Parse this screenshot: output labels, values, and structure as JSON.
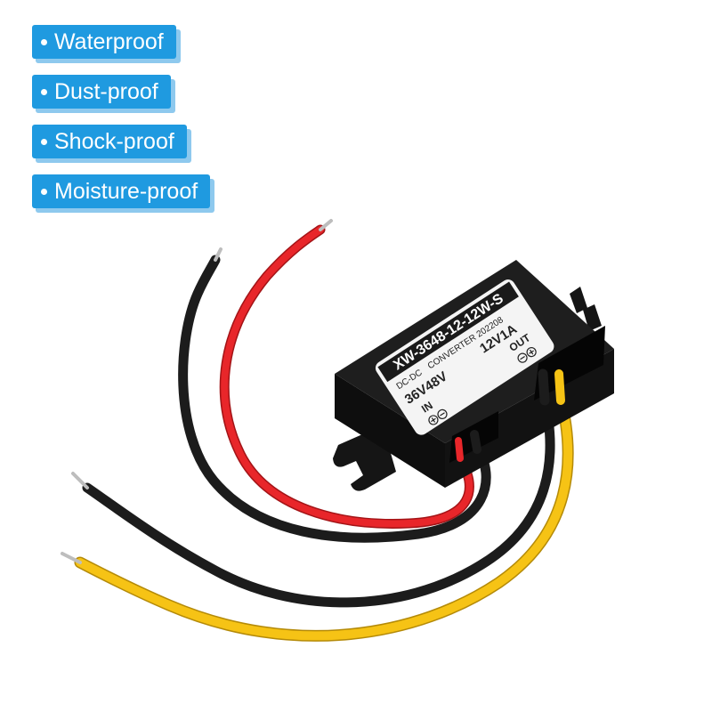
{
  "features": [
    {
      "label": "Waterproof"
    },
    {
      "label": "Dust-proof"
    },
    {
      "label": "Shock-proof"
    },
    {
      "label": "Moisture-proof"
    }
  ],
  "colors": {
    "badge_fill": "#1f9ae0",
    "badge_shadow": "#8ec9ee",
    "module_body": "#1a1a1a",
    "label_bg": "#f4f4f4",
    "wire_red": "#e8262a",
    "wire_black": "#1c1c1c",
    "wire_yellow": "#f6c315"
  },
  "product": {
    "model": "XW-3648-12-12W-S",
    "type": "DC-DC",
    "subtitle": "CONVERTER 202208",
    "input_voltage": "36V48V",
    "output_rating": "12V1A",
    "input_label": "IN",
    "output_label": "OUT",
    "plus_symbol": "+",
    "minus_symbol": "−"
  }
}
